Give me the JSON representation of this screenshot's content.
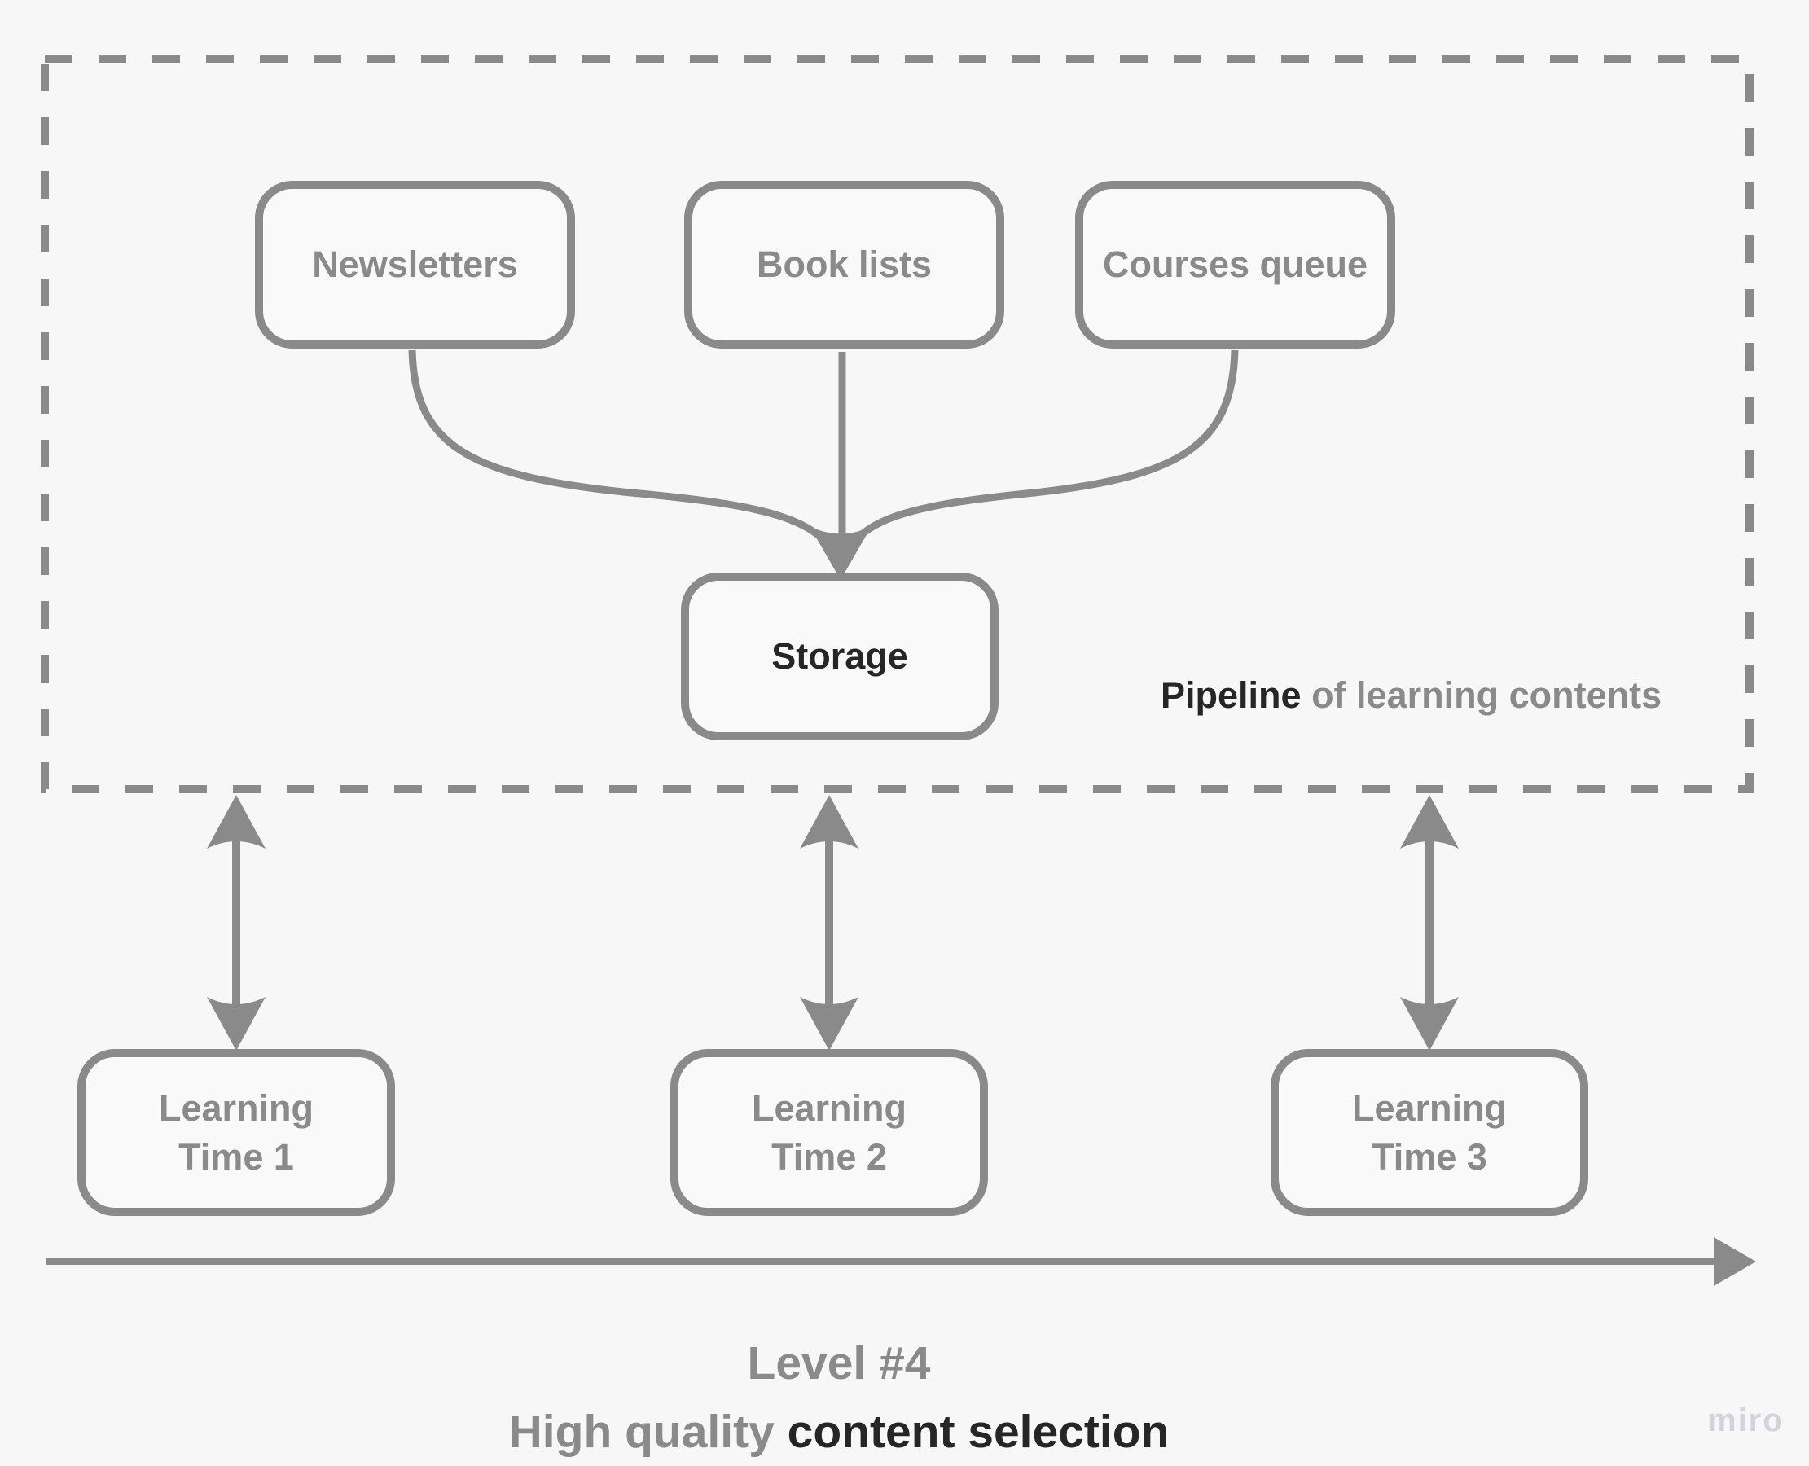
{
  "diagram": {
    "pipeline_group": {
      "sources": [
        {
          "label": "Newsletters"
        },
        {
          "label": "Book lists"
        },
        {
          "label": "Courses queue"
        }
      ],
      "storage": {
        "label": "Storage"
      },
      "caption": {
        "bold": "Pipeline",
        "rest": " of learning contents"
      }
    },
    "learning_times": [
      {
        "label": "Learning Time 1"
      },
      {
        "label": "Learning Time 2"
      },
      {
        "label": "Learning Time 3"
      }
    ],
    "footer": {
      "line1": "Level #4",
      "line2_gray": "High quality ",
      "line2_dark": "content selection"
    },
    "watermark": "miro",
    "colors": {
      "line_gray": "#8a8a8a",
      "text_dark": "#262626",
      "background": "#f7f7f7",
      "node_fill": "#f9f9f9",
      "watermark": "#d3d3dc"
    }
  }
}
